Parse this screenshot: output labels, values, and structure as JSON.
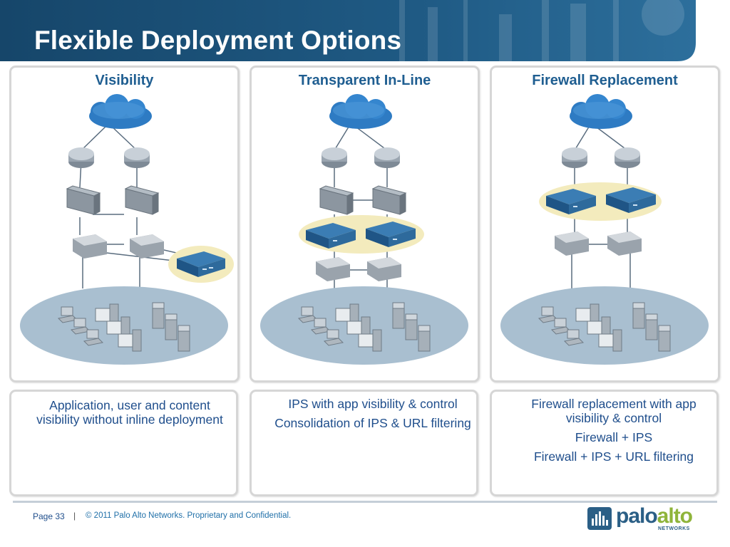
{
  "slide": {
    "title": "Flexible Deployment Options"
  },
  "colors": {
    "header_blue": "#1d4f73",
    "title_blue": "#1f5e91",
    "cloud": "#2e7bc3",
    "lan": "#a9bfd0",
    "firewall_device": "#2e6a9c",
    "highlight": "#f3ebbd",
    "logo_alto": "#8fb43a"
  },
  "panels": [
    {
      "title": "Visibility",
      "description": [
        "Application, user and content visibility without inline deployment"
      ]
    },
    {
      "title": "Transparent In-Line",
      "description": [
        "IPS with app visibility & control",
        "Consolidation of IPS & URL filtering"
      ]
    },
    {
      "title": "Firewall Replacement",
      "description": [
        "Firewall replacement with app visibility & control",
        "Firewall + IPS",
        "Firewall + IPS + URL filtering"
      ]
    }
  ],
  "footer": {
    "page_label": "Page 33",
    "separator": "|",
    "copyright": "© 2011 Palo Alto Networks. Proprietary and Confidential."
  },
  "logo": {
    "palo": "palo",
    "alto": "alto",
    "networks": "NETWORKS"
  }
}
